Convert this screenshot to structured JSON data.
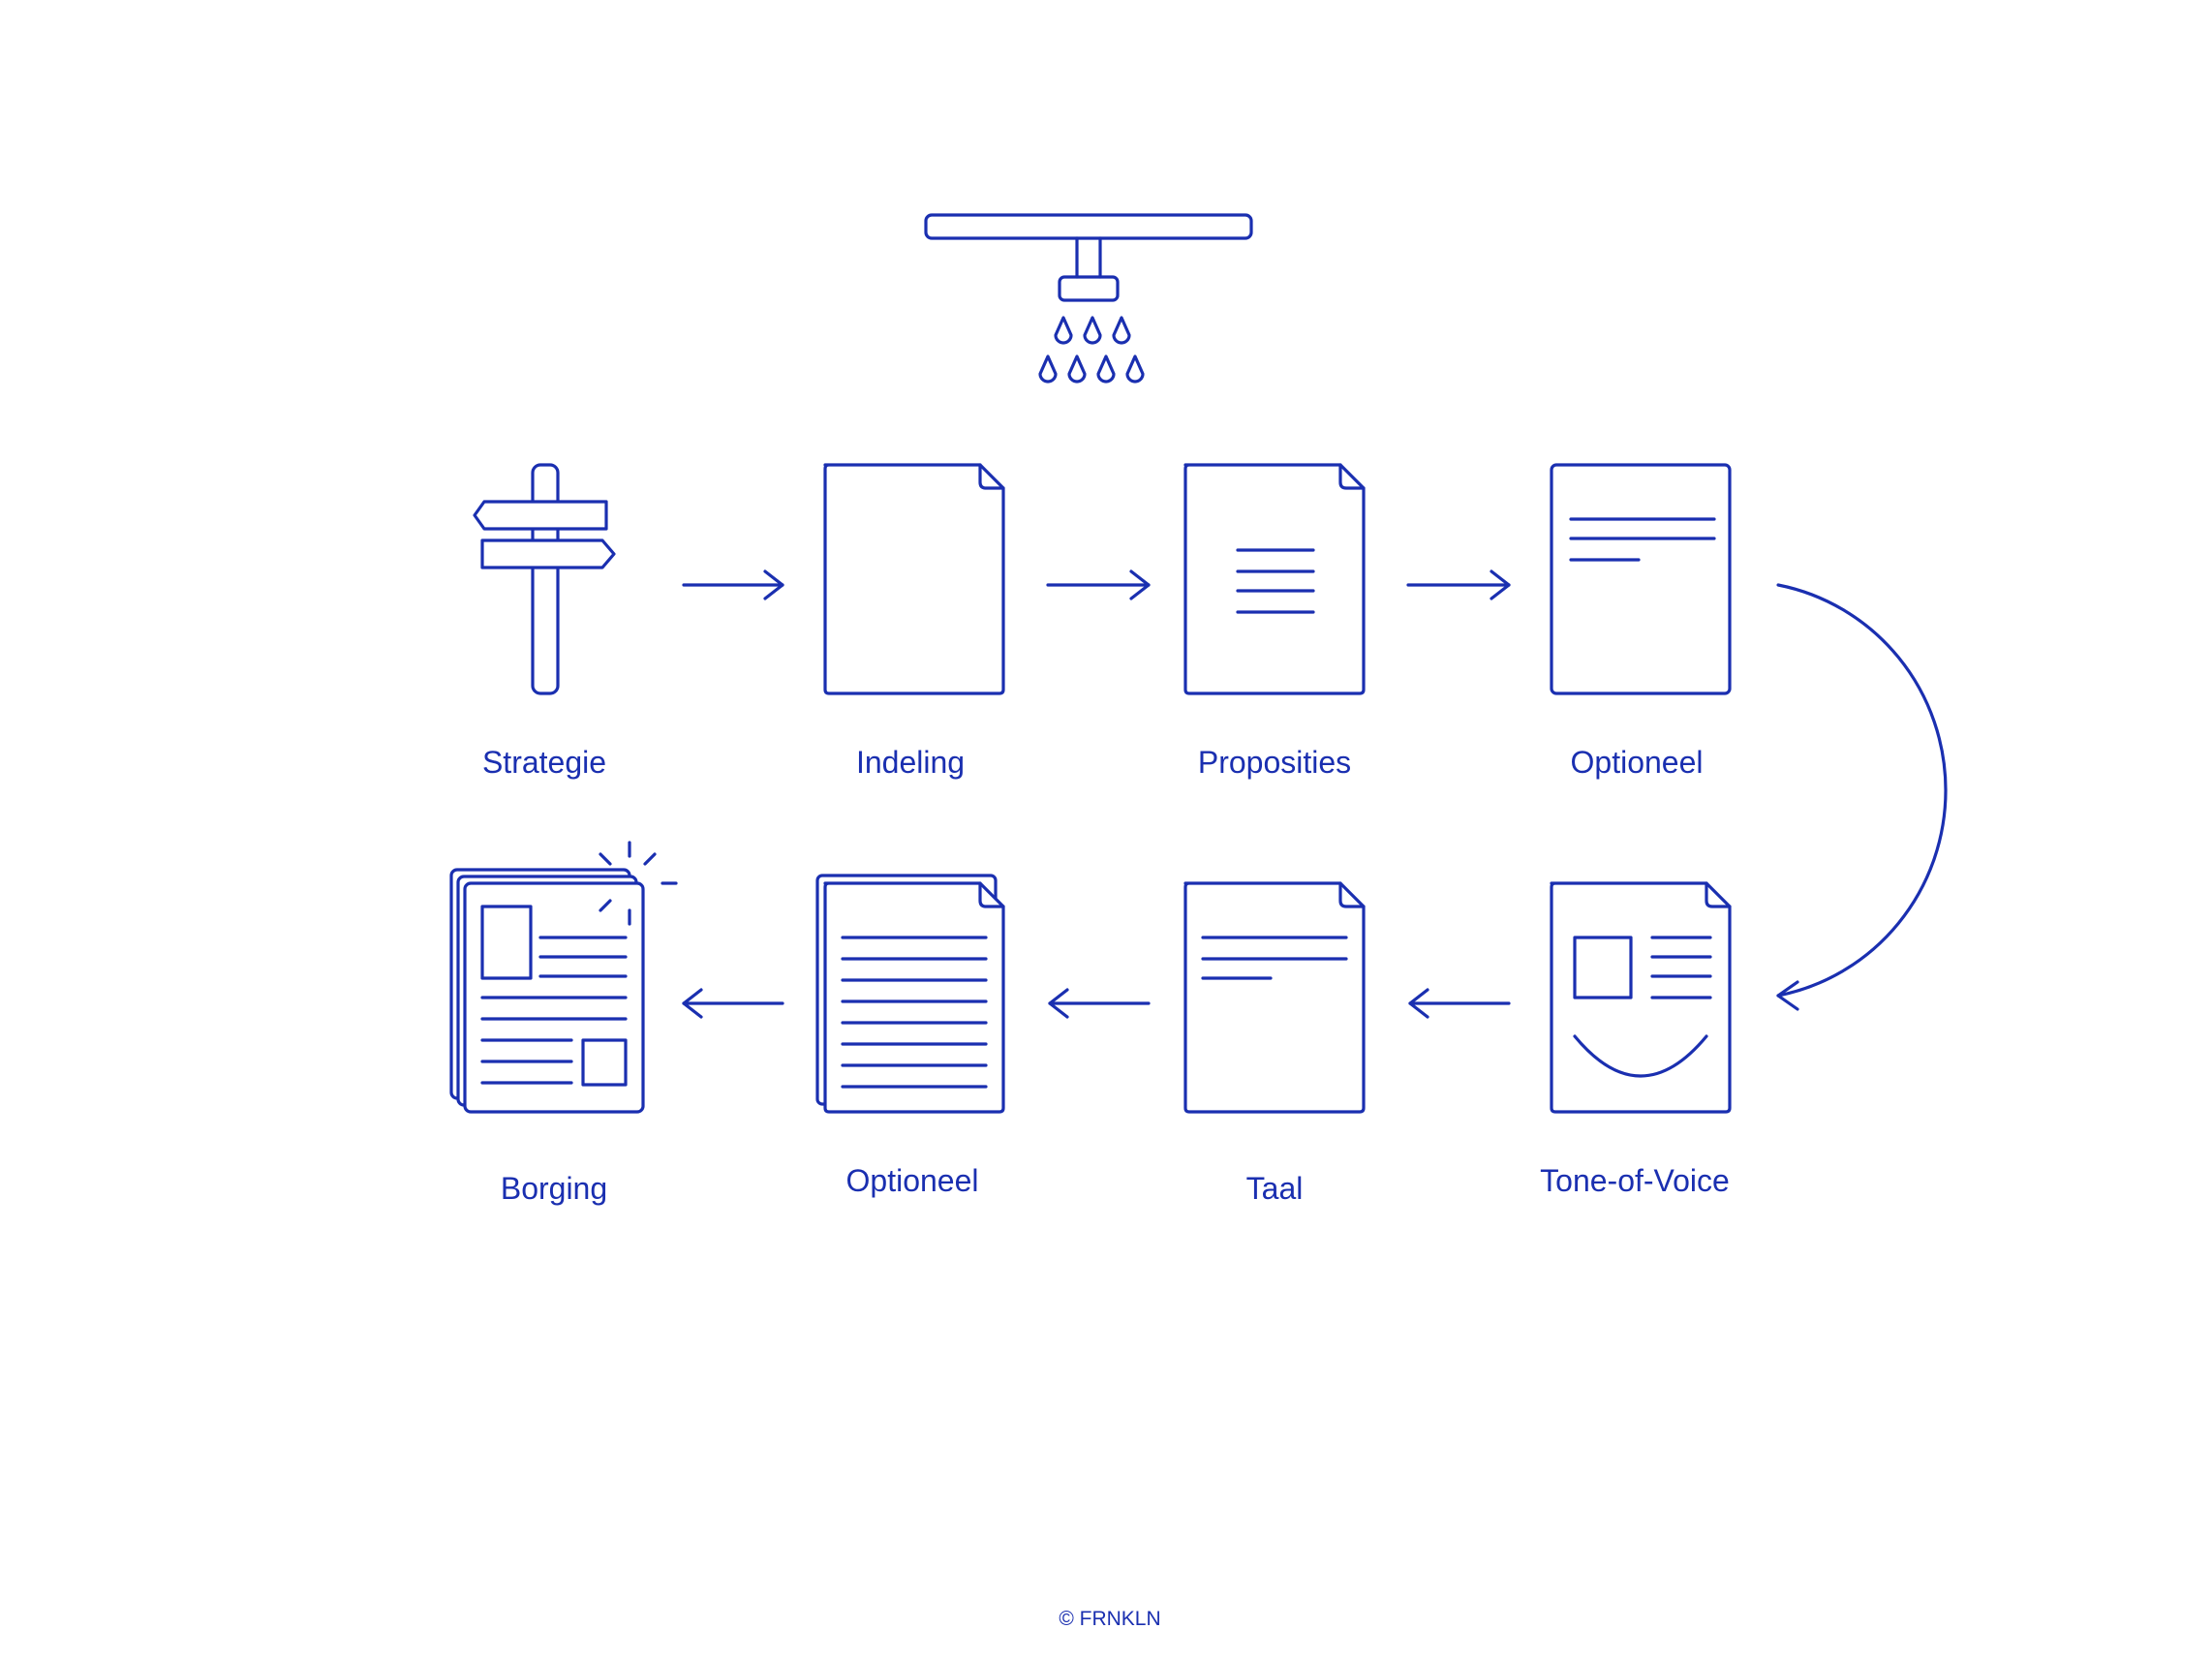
{
  "colors": {
    "line": "#1a2fb0",
    "background": "#ffffff"
  },
  "icons": {
    "shower": "shower-head-icon",
    "signpost": "signpost-icon",
    "blank_page": "blank-document-icon",
    "short_lines_page": "document-centered-lines-icon",
    "header_lines_page": "document-header-lines-icon",
    "tone_page": "document-smile-icon",
    "taal_page": "document-header-lines-icon",
    "full_stack": "document-stack-full-lines-icon",
    "newspaper_stack": "newspaper-stack-sparkle-icon"
  },
  "steps": [
    {
      "label": "Strategie"
    },
    {
      "label": "Indeling"
    },
    {
      "label": "Proposities"
    },
    {
      "label": "Optioneel"
    },
    {
      "label": "Tone-of-Voice"
    },
    {
      "label": "Taal"
    },
    {
      "label": "Optioneel"
    },
    {
      "label": "Borging"
    }
  ],
  "footer": {
    "text": "© FRNKLN"
  }
}
